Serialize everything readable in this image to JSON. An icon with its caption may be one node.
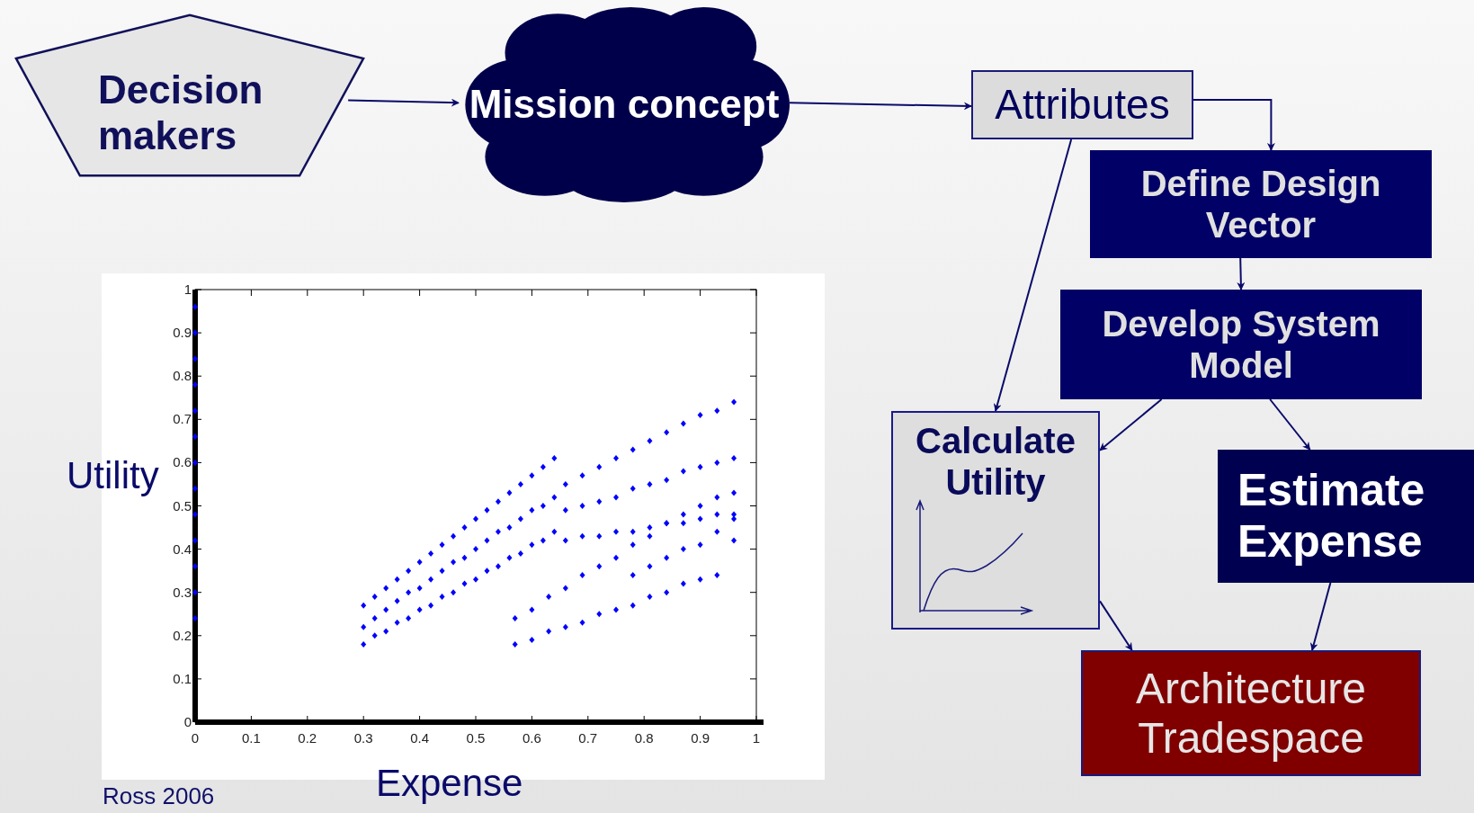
{
  "diagram": {
    "nodes": [
      {
        "text": [
          "Decision makers"
        ]
      },
      {
        "text": [
          "Mission concept"
        ]
      },
      {
        "text": [
          "Attributes"
        ]
      },
      {
        "text": [
          "Define Design Vector"
        ]
      },
      {
        "text": [
          "Develop System Model"
        ]
      },
      {
        "text": [
          "Calculate Utility"
        ]
      },
      {
        "text": [
          "Estimate Expense"
        ]
      },
      {
        "text": [
          "Architecture Tradespace"
        ]
      }
    ],
    "edges": [
      {
        "from": 0,
        "to": 1,
        "arrow": "to"
      },
      {
        "from": 1,
        "to": 2,
        "arrow": "to"
      },
      {
        "from": 2,
        "to": 3,
        "arrow": "to"
      },
      {
        "from": 3,
        "to": 4,
        "arrow": "to"
      },
      {
        "from": 2,
        "to": 5,
        "arrow": "to"
      },
      {
        "from": 4,
        "to": 5,
        "arrow": "to"
      },
      {
        "from": 4,
        "to": 6,
        "arrow": "to"
      },
      {
        "from": 5,
        "to": 7,
        "arrow": "to"
      },
      {
        "from": 6,
        "to": 7,
        "arrow": "to"
      }
    ],
    "labels": [
      "Ross 2006"
    ],
    "chart_data": {
      "type": "scatter",
      "xlabel": "Expense",
      "ylabel": "Utility",
      "xlim": [
        0,
        1
      ],
      "ylim": [
        0,
        1
      ],
      "xticks": [
        0,
        0.1,
        0.2,
        0.3,
        0.4,
        0.5,
        0.6,
        0.7,
        0.8,
        0.9,
        1
      ],
      "yticks": [
        0,
        0.1,
        0.2,
        0.3,
        0.4,
        0.5,
        0.6,
        0.7,
        0.8,
        0.9,
        1
      ],
      "x": [
        0,
        0,
        0,
        0,
        0,
        0,
        0,
        0,
        0,
        0,
        0,
        0,
        0,
        0.3,
        0.3,
        0.3,
        0.32,
        0.32,
        0.32,
        0.34,
        0.34,
        0.34,
        0.36,
        0.36,
        0.36,
        0.38,
        0.38,
        0.38,
        0.4,
        0.4,
        0.4,
        0.42,
        0.42,
        0.42,
        0.44,
        0.44,
        0.44,
        0.46,
        0.46,
        0.46,
        0.48,
        0.48,
        0.48,
        0.5,
        0.5,
        0.5,
        0.52,
        0.52,
        0.52,
        0.54,
        0.54,
        0.54,
        0.56,
        0.56,
        0.56,
        0.58,
        0.58,
        0.58,
        0.6,
        0.6,
        0.6,
        0.62,
        0.62,
        0.62,
        0.64,
        0.64,
        0.64,
        0.66,
        0.66,
        0.66,
        0.69,
        0.69,
        0.69,
        0.72,
        0.72,
        0.72,
        0.75,
        0.75,
        0.75,
        0.78,
        0.78,
        0.78,
        0.81,
        0.81,
        0.81,
        0.84,
        0.84,
        0.84,
        0.87,
        0.87,
        0.87,
        0.9,
        0.9,
        0.9,
        0.93,
        0.93,
        0.93,
        0.96,
        0.96,
        0.96,
        0.57,
        0.57,
        0.6,
        0.6,
        0.63,
        0.63,
        0.66,
        0.66,
        0.69,
        0.69,
        0.72,
        0.72,
        0.75,
        0.75,
        0.78,
        0.78,
        0.78,
        0.81,
        0.81,
        0.81,
        0.84,
        0.84,
        0.84,
        0.87,
        0.87,
        0.87,
        0.9,
        0.9,
        0.9,
        0.93,
        0.93,
        0.93,
        0.96,
        0.96,
        0.96
      ],
      "series": [
        {
          "color": "#0000ff",
          "values": [
            0.24,
            0.3,
            0.36,
            0.42,
            0.48,
            0.54,
            0.6,
            0.66,
            0.72,
            0.78,
            0.84,
            0.9,
            0.96,
            0.18,
            0.22,
            0.27,
            0.2,
            0.24,
            0.29,
            0.21,
            0.26,
            0.31,
            0.23,
            0.28,
            0.33,
            0.24,
            0.3,
            0.35,
            0.26,
            0.31,
            0.37,
            0.27,
            0.33,
            0.39,
            0.29,
            0.35,
            0.41,
            0.3,
            0.37,
            0.43,
            0.32,
            0.38,
            0.45,
            0.33,
            0.4,
            0.47,
            0.35,
            0.42,
            0.49,
            0.36,
            0.44,
            0.51,
            0.38,
            0.45,
            0.53,
            0.39,
            0.47,
            0.55,
            0.41,
            0.49,
            0.57,
            0.42,
            0.5,
            0.59,
            0.44,
            0.52,
            0.61,
            0.42,
            0.49,
            0.55,
            0.43,
            0.5,
            0.57,
            0.43,
            0.51,
            0.59,
            0.44,
            0.52,
            0.61,
            0.44,
            0.54,
            0.63,
            0.45,
            0.55,
            0.65,
            0.46,
            0.56,
            0.67,
            0.46,
            0.58,
            0.69,
            0.47,
            0.59,
            0.71,
            0.48,
            0.6,
            0.72,
            0.48,
            0.61,
            0.74,
            0.18,
            0.24,
            0.19,
            0.26,
            0.21,
            0.29,
            0.22,
            0.31,
            0.23,
            0.34,
            0.25,
            0.36,
            0.26,
            0.38,
            0.27,
            0.34,
            0.41,
            0.29,
            0.36,
            0.43,
            0.3,
            0.38,
            0.46,
            0.32,
            0.4,
            0.48,
            0.33,
            0.41,
            0.5,
            0.34,
            0.44,
            0.52,
            0.42,
            0.47,
            0.53
          ]
        }
      ]
    }
  }
}
